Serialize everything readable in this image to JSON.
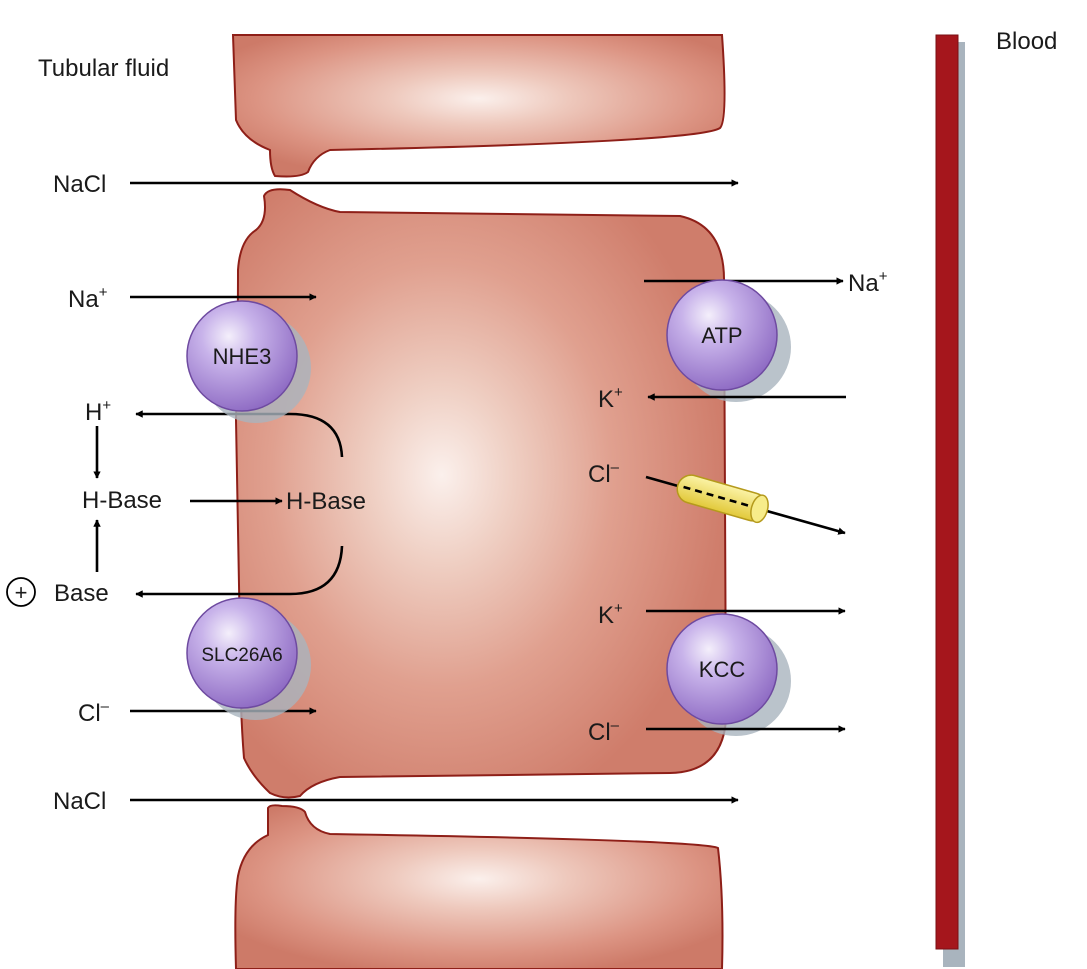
{
  "labels": {
    "tubular_fluid": "Tubular fluid",
    "blood": "Blood",
    "nacl_top": "NaCl",
    "nacl_bottom": "NaCl",
    "na_in": "Na",
    "na_in_sup": "+",
    "h_out": "H",
    "h_out_sup": "+",
    "h_base_out": "H-Base",
    "h_base_in": "H-Base",
    "plus_sign": "+",
    "base_out": "Base",
    "cl_in": "Cl",
    "cl_in_sup": "–",
    "na_blood": "Na",
    "na_blood_sup": "+",
    "k_in": "K",
    "k_in_sup": "+",
    "cl_channel": "Cl",
    "cl_channel_sup": "–",
    "k_out": "K",
    "k_out_sup": "+",
    "cl_out": "Cl",
    "cl_out_sup": "–"
  },
  "transporters": {
    "nhe3": "NHE3",
    "slc26a6": "SLC26A6",
    "atp": "ATP",
    "kcc": "KCC"
  },
  "colors": {
    "cell_fill": "#d98a78",
    "cell_center": "#f9ebe6",
    "cell_outline": "#8e1f18",
    "transporter": "#a98ad6",
    "channel": "#f2e35a",
    "blood_vessel": "#a5161c"
  }
}
